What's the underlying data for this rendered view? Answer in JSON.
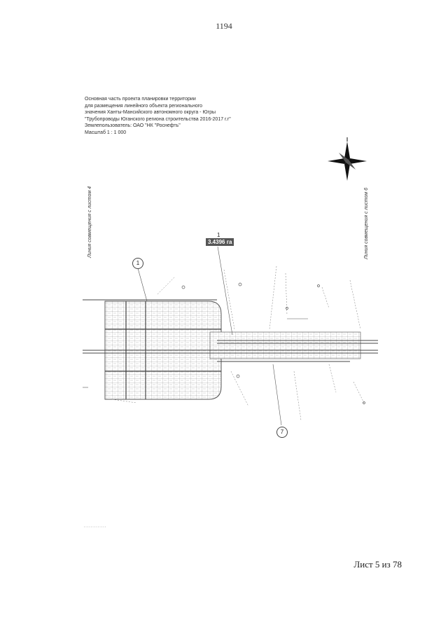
{
  "page_number": "1194",
  "header": {
    "line1": "Основная часть проекта планировки территории",
    "line2": "для размещения линейного объекта регионального",
    "line3": "значения Ханты-Мансийского автономного округа - Югры",
    "line4": "\"Трубопроводы Юганского региона строительства 2016-2017 г.г\"",
    "line5": "Землепользователь: ОАО \"НК \"Роснефть\"",
    "scale": "Масштаб 1 : 1 000"
  },
  "join_lines": {
    "left": "Линия совмещения с листом 4",
    "right": "Линия совмещения с листом 6"
  },
  "area": {
    "number": "1",
    "value": "3.4396 га"
  },
  "markers": {
    "m1": "1",
    "m7": "7"
  },
  "sheet": "Лист 5 из 78"
}
